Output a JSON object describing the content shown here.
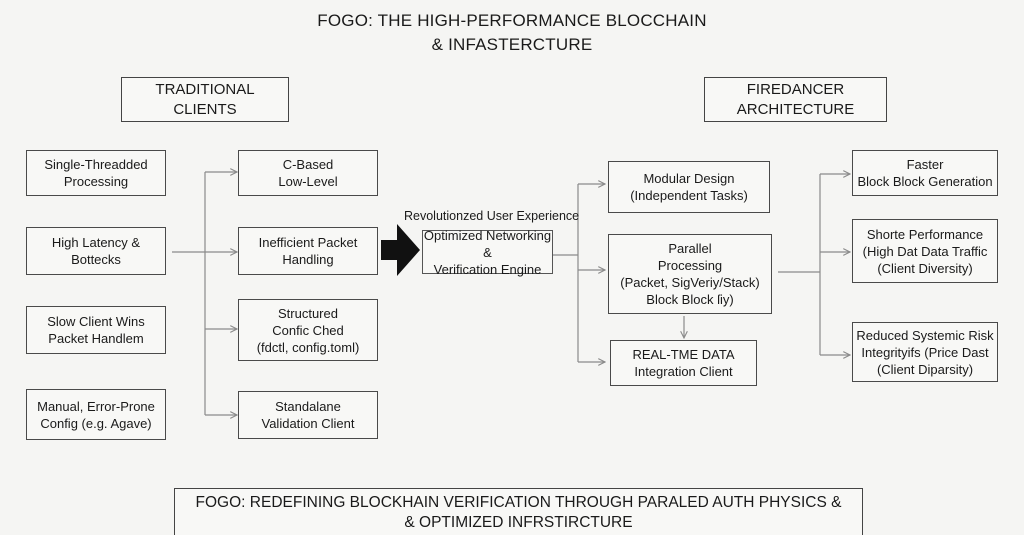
{
  "title": {
    "line1": "FOGO: THE HIGH-PERFORMANCE BLOCCHAIN",
    "line2": "& INFASTERCTURE"
  },
  "left_header": {
    "line1": "TRADITIONAL",
    "line2": "CLIENTS"
  },
  "right_header": {
    "line1": "FIREDANCER",
    "line2": "ARCHITECTURE"
  },
  "left_boxes": [
    {
      "line1": "Single-Threadded",
      "line2": "Processing"
    },
    {
      "line1": "High Latency &",
      "line2": "Bottecks"
    },
    {
      "line1": "Slow Client Wins",
      "line2": "Packet Handlem"
    },
    {
      "line1": "Manual, Error-Prone",
      "line2": "Config (e.g. Agave)"
    }
  ],
  "mid_boxes": [
    {
      "line1": "C-Based",
      "line2": "Low-Level"
    },
    {
      "line1": "Inefficient Packet",
      "line2": "Handling"
    },
    {
      "line1": "Structured",
      "line2": "Confic  Ched",
      "line3": "(fdctl, config.toml)"
    },
    {
      "line1": "Standalane",
      "line2": "Validation Client"
    }
  ],
  "center_caption": "Revolutionzed User Experience",
  "center_box": {
    "line1": "Optimized Networking &",
    "line2": "Verification Engine"
  },
  "right_mid_boxes": [
    {
      "line1": "Modular Design",
      "line2": "(Independent Tasks)"
    },
    {
      "line1": "Parallel",
      "line2": "Processing",
      "line3": "(Packet, SigVeriy/Stack)",
      "line4": "Block Block ſiy)"
    },
    {
      "line1": "REAL-TME DATA",
      "line2": "Integration Client"
    }
  ],
  "right_boxes": [
    {
      "line1": "Faster",
      "line2": "Block Block Generation"
    },
    {
      "line1": "Shorte Performance",
      "line2": "(High Dat Data Traffic",
      "line3": "(Client Diversity)"
    },
    {
      "line1": "Reduced Systemic Risk",
      "line2": "Integrityifs (Price Dast",
      "line3": "(Client Diparsity)"
    }
  ],
  "footer": {
    "line1": "FOGO: REDEFINING BLOCKHAIN VERIFICATION THROUGH PARALED AUTH PHYSICS &",
    "line2": "& OPTIMIZED INFRSTIRCTURE"
  },
  "colors": {
    "line": "#8a8a8a",
    "arrow": "#111111",
    "border": "#4a4a4a",
    "background": "#f5f5f3"
  }
}
